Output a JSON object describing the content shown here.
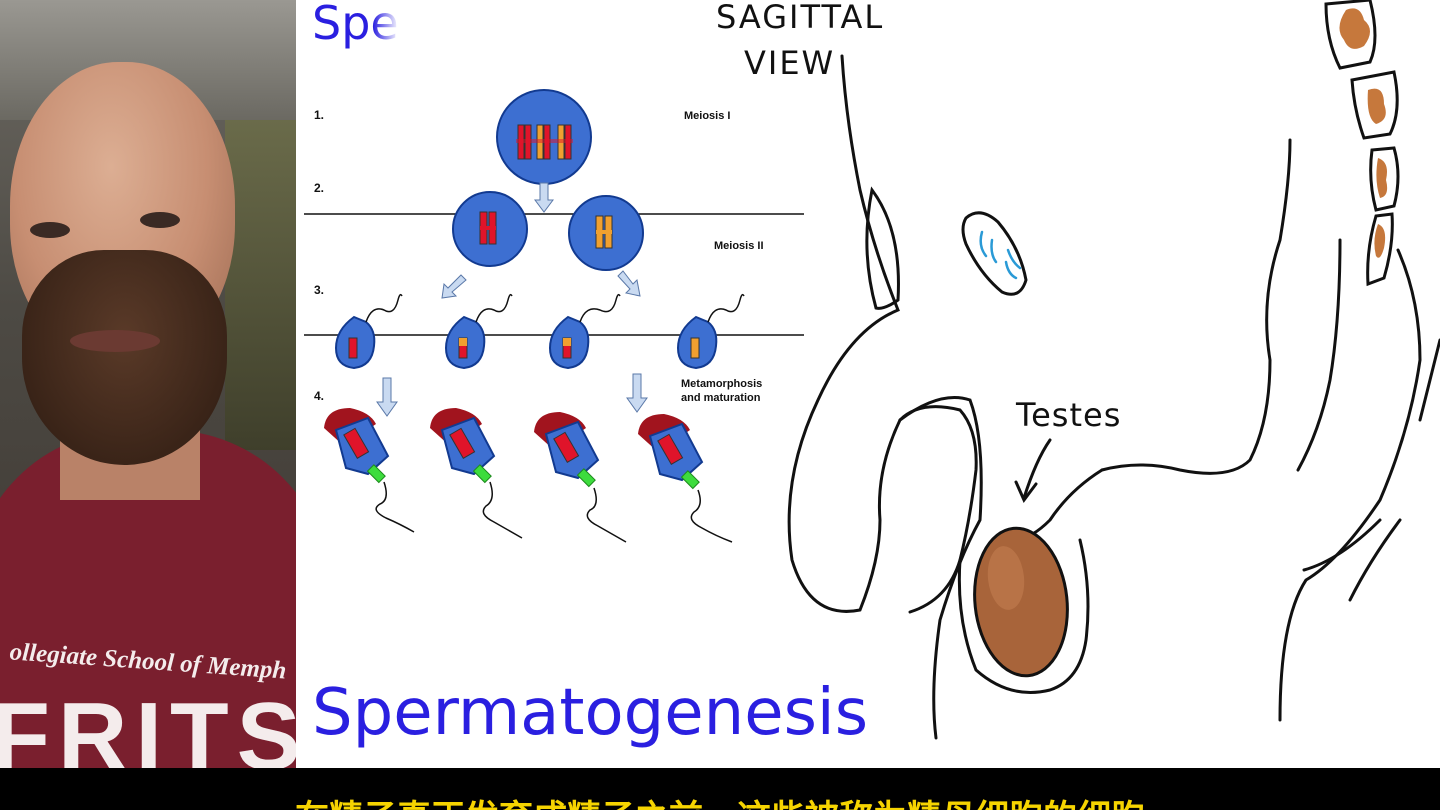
{
  "slide": {
    "title_top": "Spe",
    "title_bottom": "Spermatogenesis",
    "steps": [
      "1.",
      "2.",
      "3.",
      "4."
    ],
    "stage_labels": {
      "meiosis1": "Meiosis I",
      "meiosis2": "Meiosis II",
      "metamorphosis": "Metamorphosis\nand maturation"
    }
  },
  "whiteboard": {
    "heading_line1": "SAGITTAL",
    "heading_line2": "VIEW",
    "testes_label": "Testes"
  },
  "presenter": {
    "shirt_line1": "ollegiate School of Memph",
    "shirt_line2": "FRITS"
  },
  "subtitle": "在精子真正发育成精子之前，这些被称为精母细胞的细胞",
  "colors": {
    "title_blue": "#2a1fe0",
    "cell_blue": "#3d6fd1",
    "chromosome_red": "#e0142a",
    "chromosome_orange": "#f0a030",
    "acrosome_red": "#a1141e",
    "midpiece_green": "#3ddc3d",
    "testis_brown": "#a8643a",
    "subtitle_yellow": "#f6d400"
  }
}
